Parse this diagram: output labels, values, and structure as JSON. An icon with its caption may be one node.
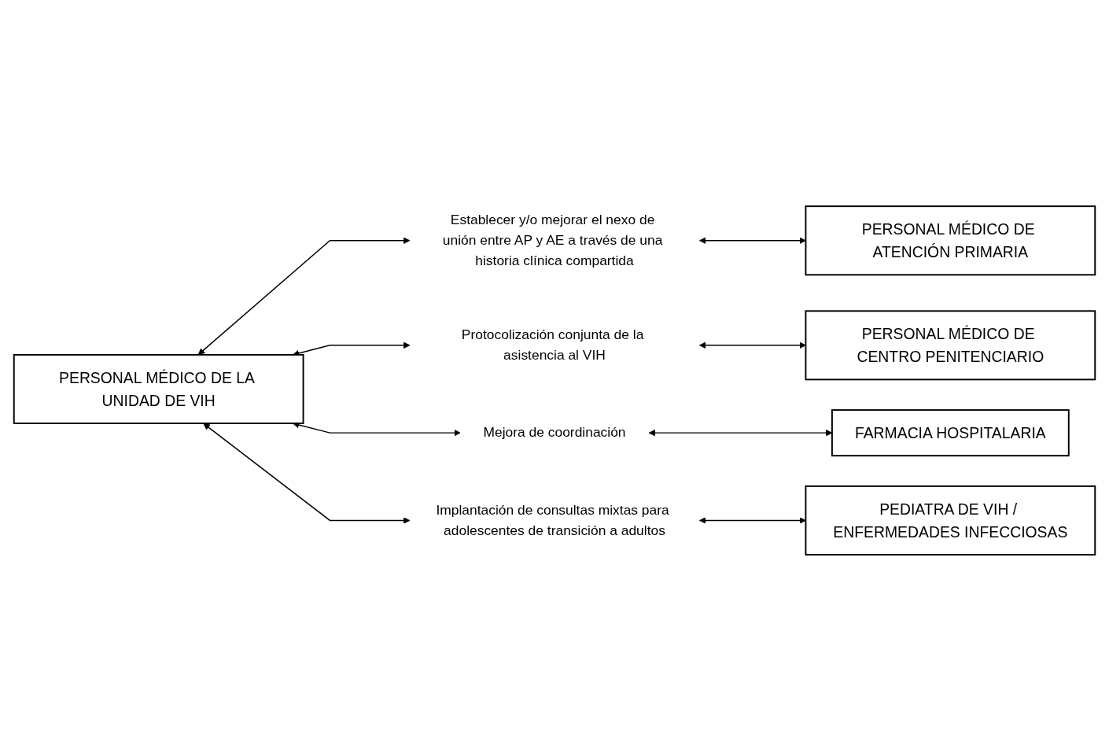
{
  "diagram": {
    "nodes": [
      {
        "text": [
          "PERSONAL MÉDICO DE LA UNIDAD DE VIH"
        ]
      },
      {
        "text": [
          "Establecer y/o mejorar el nexo de unión entre AP y AE a través de una historia clínica compartida"
        ]
      },
      {
        "text": [
          "PERSONAL MÉDICO DE ATENCIÓN PRIMARIA"
        ]
      },
      {
        "text": [
          "Protocolización conjunta de la asistencia al VIH"
        ]
      },
      {
        "text": [
          "PERSONAL MÉDICO DE CENTRO PENITENCIARIO"
        ]
      },
      {
        "text": [
          "Mejora de coordinación"
        ]
      },
      {
        "text": [
          "FARMACIA HOSPITALARIA"
        ]
      },
      {
        "text": [
          "Implantación de consultas mixtas para adolescentes de transición a adultos"
        ]
      },
      {
        "text": [
          "PEDIATRA DE VIH / ENFERMEDADES INFECCIOSAS"
        ]
      }
    ],
    "edges": [
      {
        "from": 0,
        "to": 1,
        "arrow": "both"
      },
      {
        "from": 1,
        "to": 2,
        "arrow": "both"
      },
      {
        "from": 0,
        "to": 3,
        "arrow": "both"
      },
      {
        "from": 3,
        "to": 4,
        "arrow": "both"
      },
      {
        "from": 0,
        "to": 5,
        "arrow": "both"
      },
      {
        "from": 5,
        "to": 6,
        "arrow": "both"
      },
      {
        "from": 0,
        "to": 7,
        "arrow": "both"
      },
      {
        "from": 7,
        "to": 8,
        "arrow": "both"
      }
    ]
  }
}
